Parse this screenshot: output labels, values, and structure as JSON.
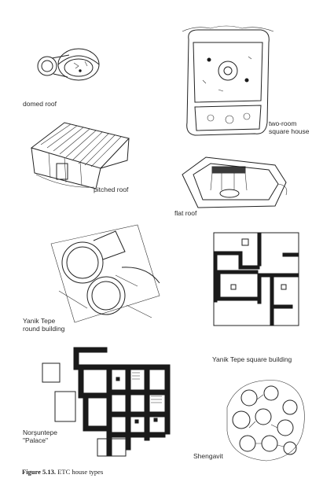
{
  "labels": {
    "domed_roof": "domed roof",
    "pitched_roof": "pitched roof",
    "flat_roof": "flat roof",
    "two_room_line1": "two-room",
    "two_room_line2": "square house",
    "yanik_round_line1": "Yanik Tepe",
    "yanik_round_line2": "round building",
    "yanik_square": "Yanik Tepe square building",
    "norsuntepe_line1": "Norşuntepe",
    "norsuntepe_line2": "\"Palace\"",
    "shengavit": "Shengavit"
  },
  "caption": {
    "number": "Figure 5.13.",
    "text": "ETC house types"
  }
}
